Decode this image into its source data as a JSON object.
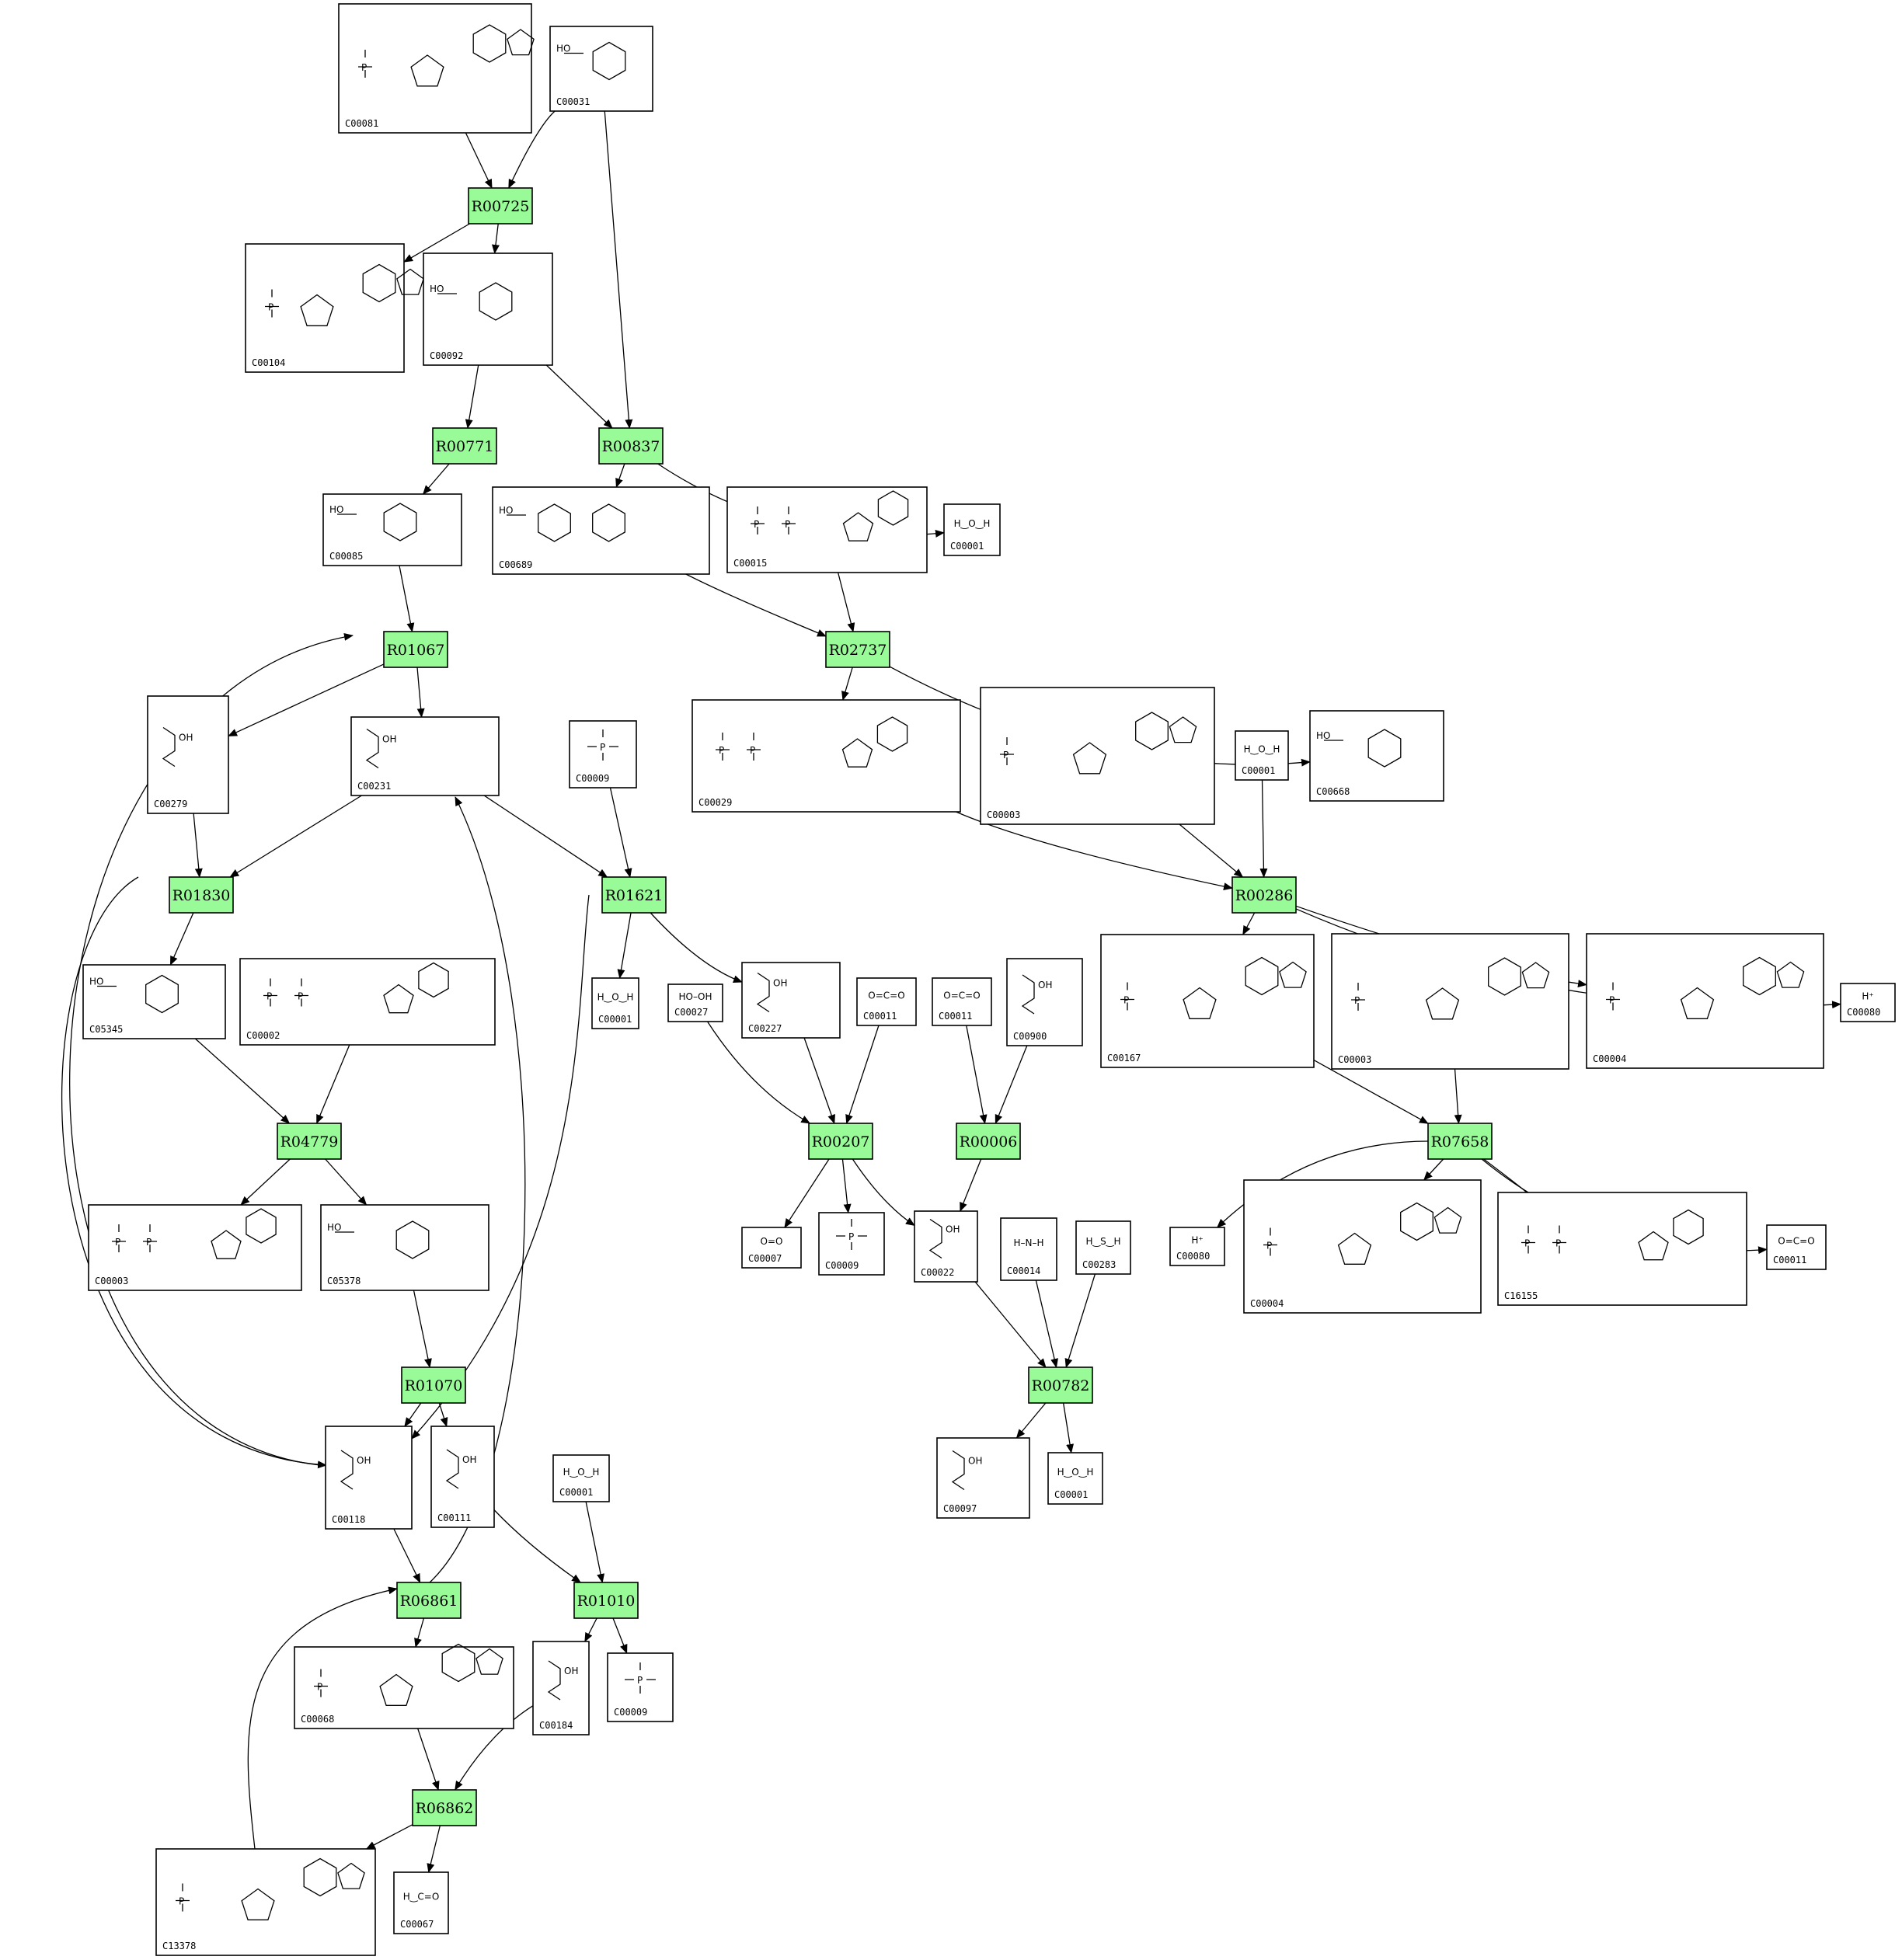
{
  "colors": {
    "reaction_fill": "#98fb98",
    "compound_fill": "#ffffff",
    "stroke": "#000000"
  },
  "reactions": [
    {
      "id": "R00725"
    },
    {
      "id": "R00771"
    },
    {
      "id": "R00837"
    },
    {
      "id": "R01067"
    },
    {
      "id": "R02737"
    },
    {
      "id": "R01830"
    },
    {
      "id": "R01621"
    },
    {
      "id": "R00286"
    },
    {
      "id": "R04779"
    },
    {
      "id": "R00207"
    },
    {
      "id": "R00006"
    },
    {
      "id": "R07658"
    },
    {
      "id": "R01070"
    },
    {
      "id": "R00782"
    },
    {
      "id": "R06861"
    },
    {
      "id": "R01010"
    },
    {
      "id": "R06862"
    }
  ],
  "compounds": [
    {
      "key": "c00081",
      "id": "C00081"
    },
    {
      "key": "c00031",
      "id": "C00031"
    },
    {
      "key": "c00104",
      "id": "C00104"
    },
    {
      "key": "c00092",
      "id": "C00092"
    },
    {
      "key": "c00085",
      "id": "C00085"
    },
    {
      "key": "c00689",
      "id": "C00689"
    },
    {
      "key": "c00015",
      "id": "C00015"
    },
    {
      "key": "c00001a",
      "id": "C00001",
      "formula": "H‿O‿H"
    },
    {
      "key": "c00279",
      "id": "C00279"
    },
    {
      "key": "c00231",
      "id": "C00231"
    },
    {
      "key": "c00009a",
      "id": "C00009"
    },
    {
      "key": "c00029",
      "id": "C00029"
    },
    {
      "key": "c00003a",
      "id": "C00003"
    },
    {
      "key": "c00001b",
      "id": "C00001",
      "formula": "H‿O‿H"
    },
    {
      "key": "c00668",
      "id": "C00668"
    },
    {
      "key": "c05345",
      "id": "C05345"
    },
    {
      "key": "c00002",
      "id": "C00002"
    },
    {
      "key": "c00001c",
      "id": "C00001",
      "formula": "H‿O‿H"
    },
    {
      "key": "c00027",
      "id": "C00027",
      "formula": "HO–OH"
    },
    {
      "key": "c00227",
      "id": "C00227"
    },
    {
      "key": "c00011a",
      "id": "C00011",
      "formula": "O=C=O"
    },
    {
      "key": "c00011b",
      "id": "C00011",
      "formula": "O=C=O"
    },
    {
      "key": "c00900",
      "id": "C00900"
    },
    {
      "key": "c00167",
      "id": "C00167"
    },
    {
      "key": "c00003b",
      "id": "C00003"
    },
    {
      "key": "c00004a",
      "id": "C00004"
    },
    {
      "key": "c00080a",
      "id": "C00080",
      "formula": "H⁺"
    },
    {
      "key": "c00003c",
      "id": "C00003"
    },
    {
      "key": "c05378",
      "id": "C05378"
    },
    {
      "key": "c00007",
      "id": "C00007",
      "formula": "O=O"
    },
    {
      "key": "c00009b",
      "id": "C00009"
    },
    {
      "key": "c00022",
      "id": "C00022"
    },
    {
      "key": "c00014",
      "id": "C00014",
      "formula": "H–N–H"
    },
    {
      "key": "c00283",
      "id": "C00283",
      "formula": "H‿S‿H"
    },
    {
      "key": "c00080b",
      "id": "C00080",
      "formula": "H⁺"
    },
    {
      "key": "c00004b",
      "id": "C00004"
    },
    {
      "key": "c16155",
      "id": "C16155"
    },
    {
      "key": "c00011c",
      "id": "C00011",
      "formula": "O=C=O"
    },
    {
      "key": "c00118",
      "id": "C00118"
    },
    {
      "key": "c00111",
      "id": "C00111"
    },
    {
      "key": "c00001d",
      "id": "C00001",
      "formula": "H‿O‿H"
    },
    {
      "key": "c00097",
      "id": "C00097"
    },
    {
      "key": "c00001e",
      "id": "C00001",
      "formula": "H‿O‿H"
    },
    {
      "key": "c00068",
      "id": "C00068"
    },
    {
      "key": "c00184",
      "id": "C00184"
    },
    {
      "key": "c00009c",
      "id": "C00009"
    },
    {
      "key": "c13378",
      "id": "C13378"
    },
    {
      "key": "c00067",
      "id": "C00067",
      "formula": "H‿C=O"
    }
  ]
}
